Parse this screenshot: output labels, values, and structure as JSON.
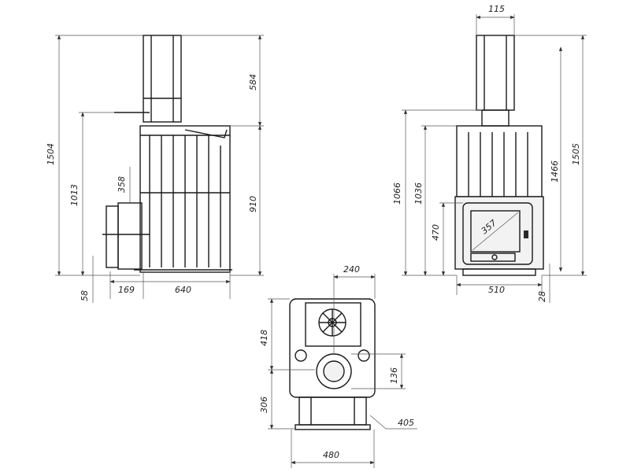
{
  "side_view": {
    "dims": {
      "total_height": "1504",
      "handle_height": "1013",
      "chimney_height": "584",
      "body_height": "910",
      "door_height": "358",
      "base_height": "58",
      "door_depth": "169",
      "body_depth": "640"
    }
  },
  "front_view": {
    "dims": {
      "chimney_width": "115",
      "height_a": "1066",
      "height_b": "1036",
      "door_bottom": "470",
      "glass_diagonal": "357",
      "height_c": "1466",
      "total_height": "1505",
      "body_width": "510",
      "base_height": "28"
    }
  },
  "top_view": {
    "dims": {
      "flue_offset": "240",
      "depth_front": "418",
      "depth_rear": "306",
      "flue_diameter": "136",
      "leg_offset": "405",
      "width": "480"
    }
  }
}
